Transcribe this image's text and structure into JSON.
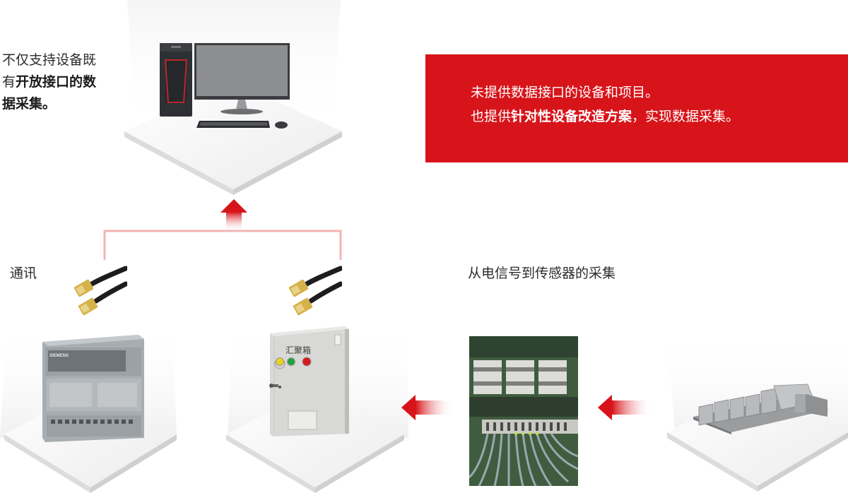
{
  "pc_text": {
    "line1": "不仅支持设备既",
    "line2_prefix": "有",
    "line2_bold": "开放接口的数",
    "line3_bold": "据采集。"
  },
  "red_box": {
    "line1": "未提供数据接口的设备和项目。",
    "line2_prefix": "也提供",
    "line2_bold": "针对性设备改造方案",
    "line2_suffix": "，实现数据采集。"
  },
  "labels": {
    "communication": "通讯",
    "acquisition": "从电信号到传感器的采集",
    "cabinet_title": "汇聚箱",
    "plc_brand": "SIEMENS"
  },
  "colors": {
    "accent_red": "#d7141a",
    "connector_pink": "#f3b3b3"
  },
  "icons": [
    "computer-icon",
    "ethernet-cable-icon",
    "plc-module-icon",
    "control-cabinet-icon",
    "terminal-block-icon",
    "printing-machine-icon",
    "arrow-up-icon",
    "arrow-left-icon"
  ]
}
